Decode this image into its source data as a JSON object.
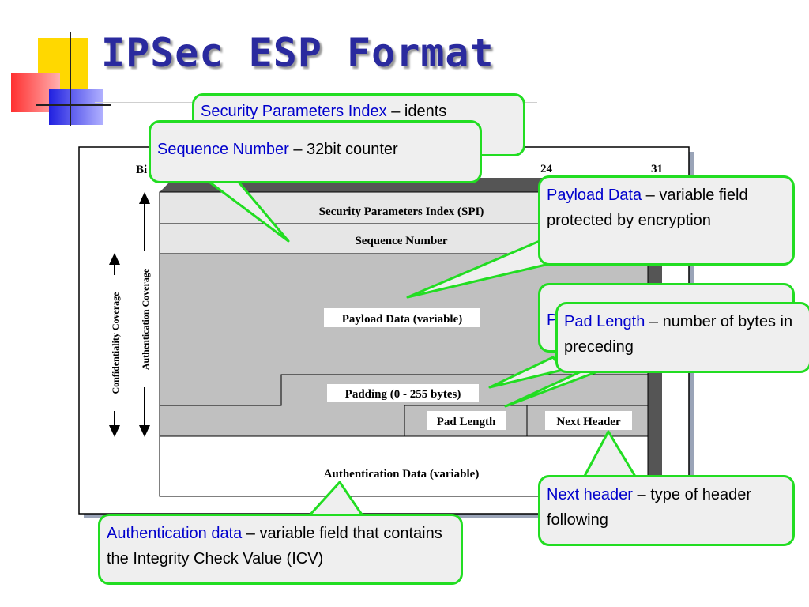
{
  "title": "IPSec ESP Format",
  "diagram": {
    "bits_label": "Bi",
    "bit_24": "24",
    "bit_31": "31",
    "rows": {
      "spi": "Security Parameters Index (SPI)",
      "seq": "Sequence Number",
      "payload": "Payload Data (variable)",
      "padding": "Padding (0 - 255 bytes)",
      "pad_length": "Pad Length",
      "next_header": "Next Header",
      "auth_data": "Authentication Data (variable)"
    },
    "confidentiality_coverage": "Confidentiality Coverage",
    "authentication_coverage": "Authentication Coverage"
  },
  "callouts": {
    "spi": {
      "term": "Security Parameters Index",
      "desc": " – idents"
    },
    "seq": {
      "term": "Sequence Number",
      "desc": " – 32bit counter"
    },
    "payload": {
      "term": "Payload Data",
      "desc": " – variable field protected by encryption"
    },
    "padding_hidden": {
      "term": "P"
    },
    "pad_length": {
      "term": "Pad Length",
      "desc": " – number of bytes in preceding"
    },
    "next_header": {
      "term": "Next header",
      "desc": " – type of header following"
    },
    "auth": {
      "term": "Authentication data",
      "desc": " – variable field that contains the Integrity Check Value (ICV)"
    }
  },
  "colors": {
    "title": "#2a2a9e",
    "callout_border": "#22dd22",
    "callout_fill": "#efefef",
    "keyword": "#0000cc",
    "field_gray": "#c0c0c0",
    "field_light": "#e6e6e6"
  }
}
